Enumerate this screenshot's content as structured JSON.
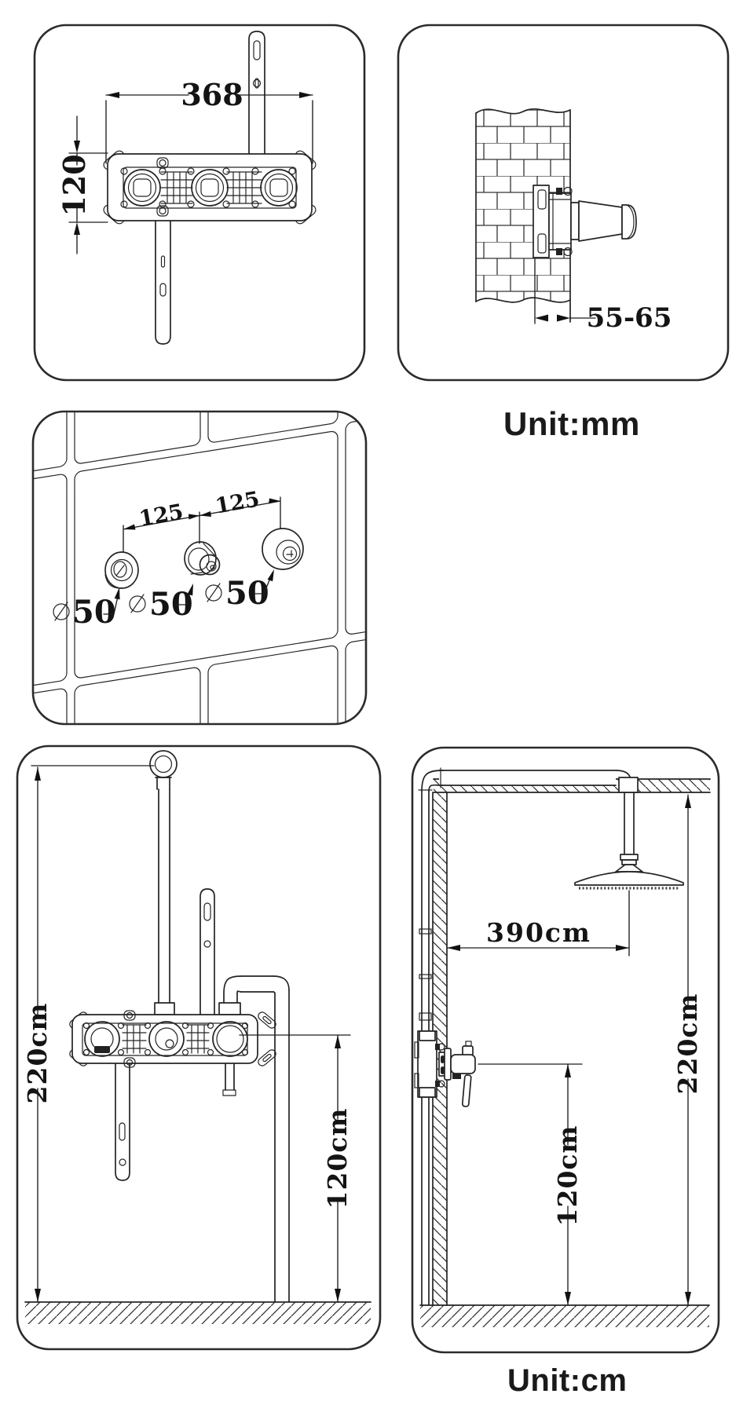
{
  "units": {
    "mm": "Unit:mm",
    "cm": "Unit:cm"
  },
  "front_view": {
    "width": "368",
    "height": "120"
  },
  "depth_view": {
    "depth_range": "55-65"
  },
  "tile_view": {
    "left_spacing": "125",
    "right_spacing": "125",
    "holes": [
      {
        "sym": "∅",
        "d": "50"
      },
      {
        "sym": "∅",
        "d": "50"
      },
      {
        "sym": "∅",
        "d": "50"
      }
    ]
  },
  "roughin_view": {
    "total_height": "220cm",
    "valve_height": "120cm"
  },
  "installed_view": {
    "head_offset": "390cm",
    "total_height": "220cm",
    "valve_height": "120cm"
  }
}
